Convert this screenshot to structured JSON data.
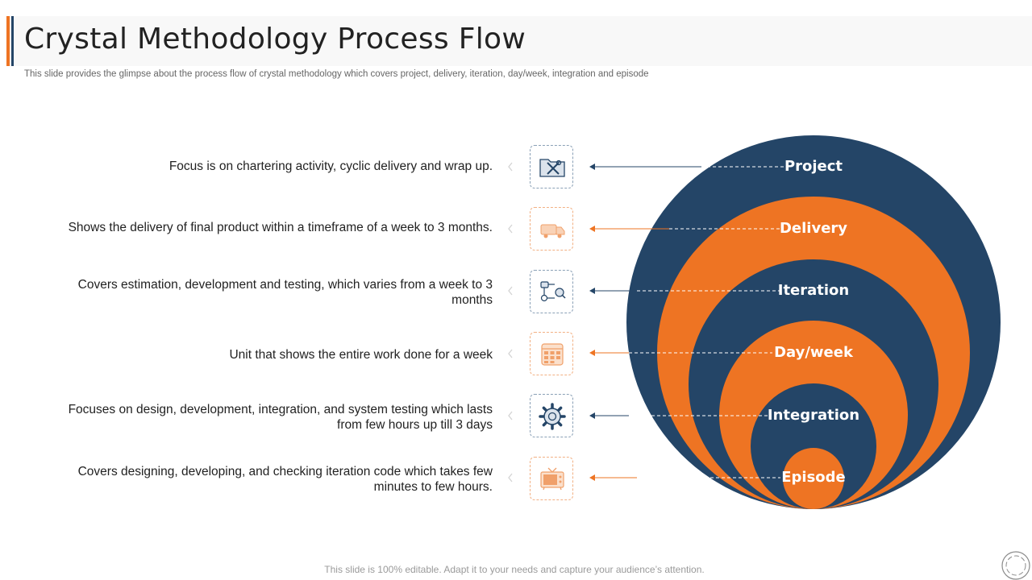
{
  "header": {
    "title": "Crystal Methodology Process Flow",
    "subtitle": "This slide provides the glimpse about the process flow of crystal methodology which covers project, delivery, iteration, day/week, integration and episode"
  },
  "colors": {
    "navy": "#244567",
    "orange": "#ee7423"
  },
  "stages": [
    {
      "label": "Project",
      "description": "Focus is on chartering activity, cyclic delivery and wrap up.",
      "icon": "folder-tools-icon",
      "color": "navy"
    },
    {
      "label": "Delivery",
      "description": "Shows the delivery of final product within a timeframe of a week to 3 months.",
      "icon": "delivery-truck-icon",
      "color": "orange"
    },
    {
      "label": "Iteration",
      "description": "Covers estimation, development and testing, which varies from a week to 3 months",
      "icon": "process-flow-icon",
      "color": "navy"
    },
    {
      "label": "Day/week",
      "description": "Unit that shows the entire work done for a week",
      "icon": "calendar-icon",
      "color": "orange"
    },
    {
      "label": "Integration",
      "description": "Focuses on design, development, integration, and system testing which lasts from few hours up till 3 days",
      "icon": "gear-icon",
      "color": "navy"
    },
    {
      "label": "Episode",
      "description": "Covers designing, developing, and checking iteration code which takes few minutes to few hours.",
      "icon": "tv-icon",
      "color": "orange"
    }
  ],
  "footer": {
    "note": "This slide is 100% editable. Adapt it to your needs and capture your audience’s attention."
  }
}
